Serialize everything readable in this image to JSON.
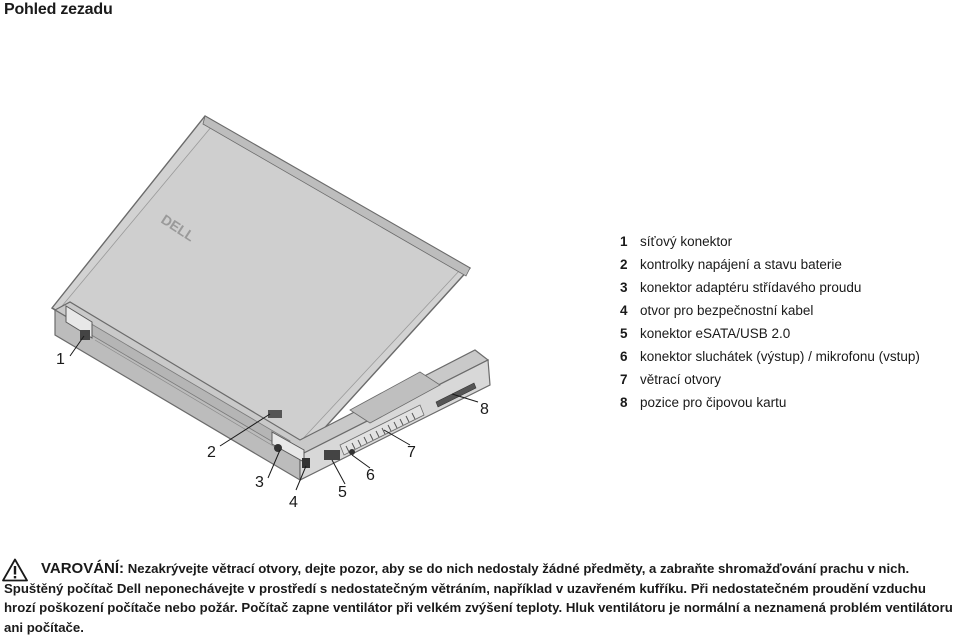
{
  "page": {
    "section_title": "Pohled zezadu"
  },
  "figure": {
    "brand_logo_text": "DELL",
    "callouts": [
      "1",
      "2",
      "3",
      "4",
      "5",
      "6",
      "7",
      "8"
    ]
  },
  "legend": {
    "items": [
      {
        "num": "1",
        "text": "síťový konektor"
      },
      {
        "num": "2",
        "text": "kontrolky napájení a stavu baterie"
      },
      {
        "num": "3",
        "text": "konektor adaptéru střídavého proudu"
      },
      {
        "num": "4",
        "text": "otvor pro bezpečnostní kabel"
      },
      {
        "num": "5",
        "text": "konektor eSATA/USB 2.0"
      },
      {
        "num": "6",
        "text": "konektor sluchátek (výstup) / mikrofonu (vstup)"
      },
      {
        "num": "7",
        "text": "větrací otvory"
      },
      {
        "num": "8",
        "text": "pozice pro čipovou kartu"
      }
    ]
  },
  "warning": {
    "icon": "warning-triangle-icon",
    "label": "VAROVÁNÍ:",
    "text": "Nezakrývejte větrací otvory, dejte pozor, aby se do nich nedostaly žádné předměty, a zabraňte shromažďování prachu v nich. Spuštěný počítač Dell neponechávejte v prostředí s nedostatečným větráním, například v uzavřeném kufříku. Při nedostatečném proudění vzduchu hrozí poškození počítače nebo požár. Počítač zapne ventilátor při velkém zvýšení teploty. Hluk ventilátoru je normální a neznamená problém ventilátoru ani počítače."
  }
}
